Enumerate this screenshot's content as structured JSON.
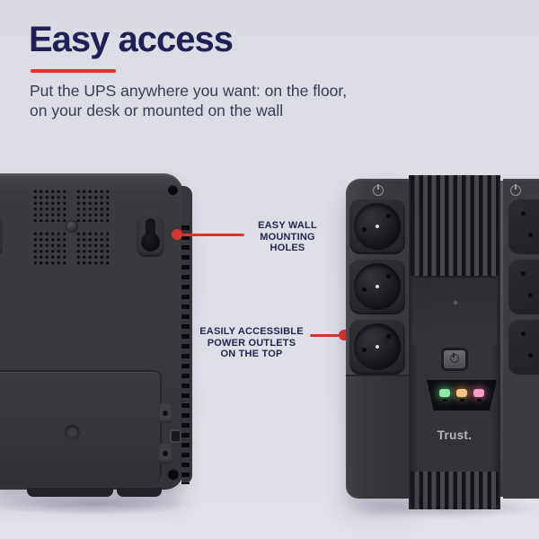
{
  "header": {
    "title": "Easy access",
    "subtitle_line1": "Put the UPS anywhere you want: on the floor,",
    "subtitle_line2": "on your desk or mounted on the wall"
  },
  "callouts": {
    "wall_mounting": {
      "line1": "EASY WALL",
      "line2": "MOUNTING",
      "line3": "HOLES"
    },
    "power_outlets": {
      "line1": "EASILY ACCESSIBLE",
      "line2": "POWER OUTLETS",
      "line3": "ON THE TOP"
    }
  },
  "devices": {
    "front_view": {
      "brand": "Trust.",
      "status_leds": [
        {
          "name": "led-green",
          "color": "#8deaa6"
        },
        {
          "name": "led-amber",
          "color": "#f4c289"
        },
        {
          "name": "led-pink",
          "color": "#f49ec4"
        }
      ]
    }
  },
  "colors": {
    "background": "#dddde6",
    "accent_red": "#d6362e",
    "title_navy": "#1f2156",
    "callout_navy": "#23264e",
    "device_body": "#38383d"
  }
}
